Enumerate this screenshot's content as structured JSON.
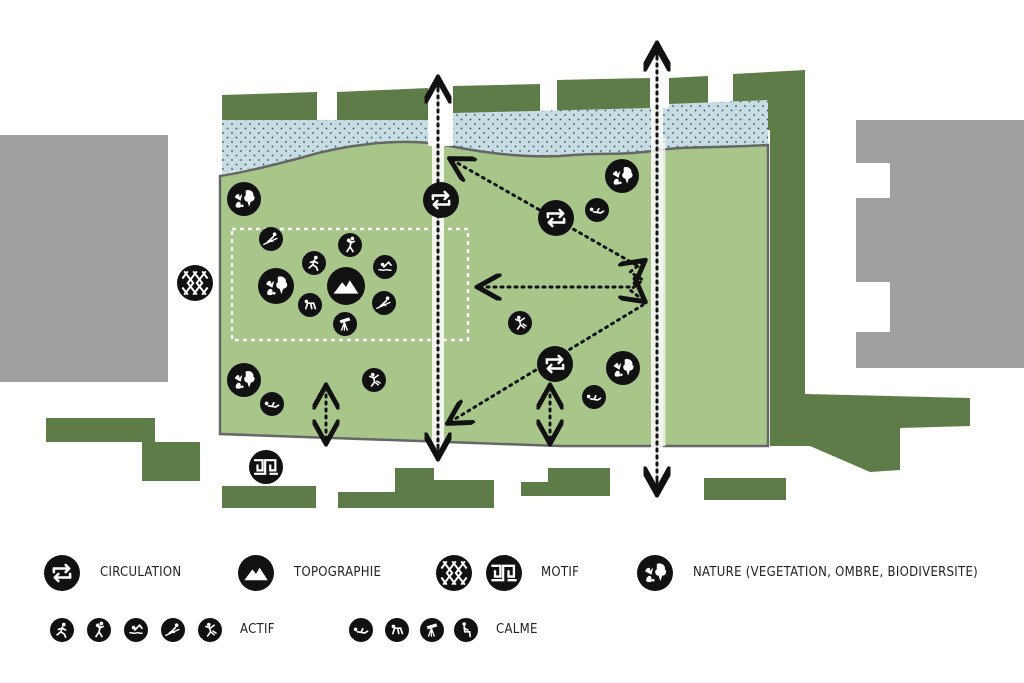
{
  "colors": {
    "grass": "#a8c58a",
    "hedge": "#5e7c48",
    "water": "#c6dde3",
    "building": "#a0a0a0",
    "icon": "#111111",
    "path": "#111111"
  },
  "icons": {
    "circulation": "circulation-arrows-icon",
    "topographie": "mountain-icon",
    "motif_a": "diamond-lattice-icon",
    "motif_b": "meander-icon",
    "nature": "bird-tree-icon",
    "actif": [
      "runner-icon",
      "basketball-icon",
      "swimmer-icon",
      "skier-icon",
      "climber-icon"
    ],
    "calme": [
      "lying-person-icon",
      "crawling-person-icon",
      "telescope-icon",
      "sitting-person-icon"
    ]
  },
  "legend": {
    "circulation": "CIRCULATION",
    "topographie": "TOPOGRAPHIE",
    "motif": "MOTIF",
    "nature": "NATURE (VEGETATION, OMBRE, BIODIVERSITE)",
    "actif": "ACTIF",
    "calme": "CALME"
  }
}
